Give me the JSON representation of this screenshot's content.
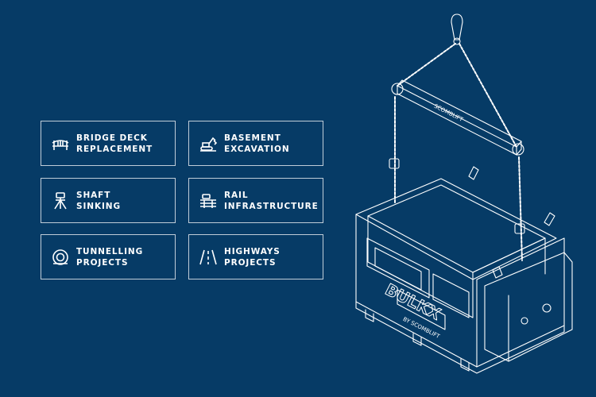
{
  "colors": {
    "background": "#063b66",
    "line": "#ffffff"
  },
  "cards": [
    {
      "line1": "BRIDGE DECK",
      "line2": "REPLACEMENT",
      "icon": "bridge-icon"
    },
    {
      "line1": "BASEMENT",
      "line2": "EXCAVATION",
      "icon": "excavator-icon"
    },
    {
      "line1": "SHAFT",
      "line2": "SINKING",
      "icon": "survey-tripod-icon"
    },
    {
      "line1": "RAIL",
      "line2": "INFRASTRUCTURE",
      "icon": "rail-icon"
    },
    {
      "line1": "TUNNELLING",
      "line2": "PROJECTS",
      "icon": "tunnel-icon"
    },
    {
      "line1": "HIGHWAYS",
      "line2": "PROJECTS",
      "icon": "highway-icon"
    }
  ],
  "illustration": {
    "beam_text": "SCOMBLIFT",
    "box_text": "BULKX",
    "box_subtext": "BY SCOMBLIFT"
  }
}
